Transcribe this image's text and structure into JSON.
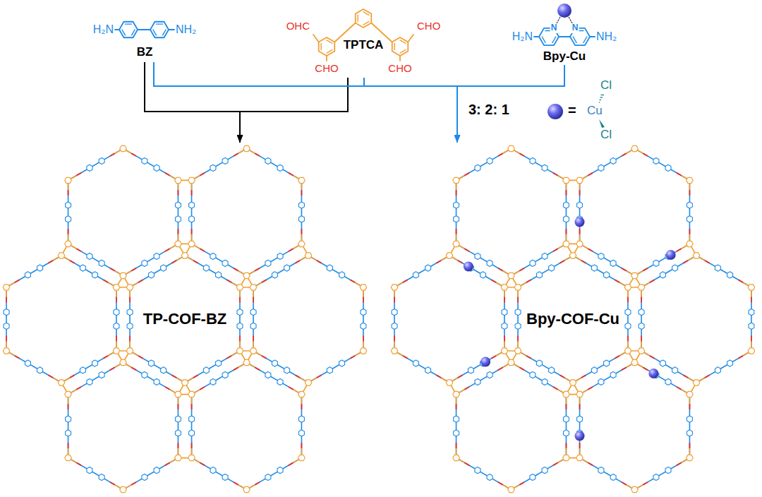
{
  "diagram": {
    "nodes": [
      {
        "text": [
          "H₂N",
          "NH₂",
          "BZ"
        ]
      },
      {
        "text": [
          "OHC",
          "CHO",
          "CHO",
          "CHO",
          "TPTCA"
        ]
      },
      {
        "text": [
          "H₂N",
          "N",
          "N",
          "NH₂",
          "Bpy-Cu"
        ]
      },
      {
        "text": [
          "TP-COF-BZ"
        ]
      },
      {
        "text": [
          "Bpy-COF-Cu"
        ]
      }
    ],
    "edges": [
      {
        "from": 0,
        "to": 3,
        "arrow": "to"
      },
      {
        "from": 1,
        "to": 3,
        "arrow": "to"
      },
      {
        "from": 0,
        "to": 4,
        "arrow": "to"
      },
      {
        "from": 1,
        "to": 4,
        "arrow": "to"
      },
      {
        "from": 2,
        "to": 4,
        "arrow": "to",
        "label": "3: 2: 1"
      }
    ],
    "labels": [
      "=",
      "Cl",
      "Cu",
      "Cl"
    ]
  }
}
